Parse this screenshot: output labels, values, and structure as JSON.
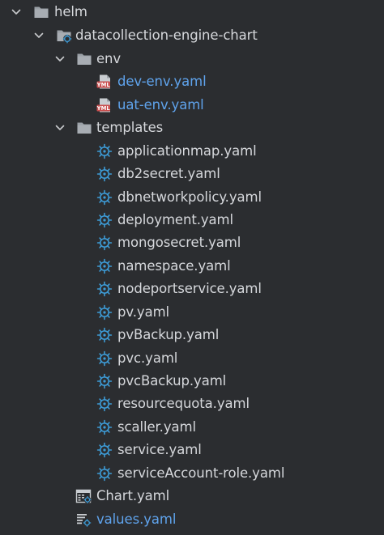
{
  "tree": {
    "root": {
      "label": "helm",
      "icon": "folder-icon",
      "expanded": true
    },
    "chart": {
      "label": "datacollection-engine-chart",
      "icon": "helm-chart-folder-icon",
      "expanded": true
    },
    "env_folder": {
      "label": "env",
      "icon": "folder-icon",
      "expanded": true
    },
    "env_files": [
      {
        "label": "dev-env.yaml",
        "icon": "yml-file-icon",
        "color": "#5fa3ec"
      },
      {
        "label": "uat-env.yaml",
        "icon": "yml-file-icon",
        "color": "#5fa3ec"
      }
    ],
    "templates_folder": {
      "label": "templates",
      "icon": "folder-icon",
      "expanded": true
    },
    "template_files": [
      {
        "label": "applicationmap.yaml",
        "icon": "kubernetes-gear-icon"
      },
      {
        "label": "db2secret.yaml",
        "icon": "kubernetes-gear-icon"
      },
      {
        "label": "dbnetworkpolicy.yaml",
        "icon": "kubernetes-gear-icon"
      },
      {
        "label": "deployment.yaml",
        "icon": "kubernetes-gear-icon"
      },
      {
        "label": "mongosecret.yaml",
        "icon": "kubernetes-gear-icon"
      },
      {
        "label": "namespace.yaml",
        "icon": "kubernetes-gear-icon"
      },
      {
        "label": "nodeportservice.yaml",
        "icon": "kubernetes-gear-icon"
      },
      {
        "label": "pv.yaml",
        "icon": "kubernetes-gear-icon"
      },
      {
        "label": "pvBackup.yaml",
        "icon": "kubernetes-gear-icon"
      },
      {
        "label": "pvc.yaml",
        "icon": "kubernetes-gear-icon"
      },
      {
        "label": "pvcBackup.yaml",
        "icon": "kubernetes-gear-icon"
      },
      {
        "label": "resourcequota.yaml",
        "icon": "kubernetes-gear-icon"
      },
      {
        "label": "scaller.yaml",
        "icon": "kubernetes-gear-icon"
      },
      {
        "label": "service.yaml",
        "icon": "kubernetes-gear-icon"
      },
      {
        "label": "serviceAccount-role.yaml",
        "icon": "kubernetes-gear-icon"
      }
    ],
    "chart_file": {
      "label": "Chart.yaml",
      "icon": "chart-table-icon"
    },
    "values_file": {
      "label": "values.yaml",
      "icon": "values-settings-icon",
      "color": "#5fa3ec"
    }
  },
  "colors": {
    "background": "#2b2d30",
    "text": "#d6d8dc",
    "modified_text": "#5fa3ec",
    "folder": "#9aa0a6",
    "k8s_icon": "#3d9bd6",
    "yml_badge": "#c94f4f"
  }
}
